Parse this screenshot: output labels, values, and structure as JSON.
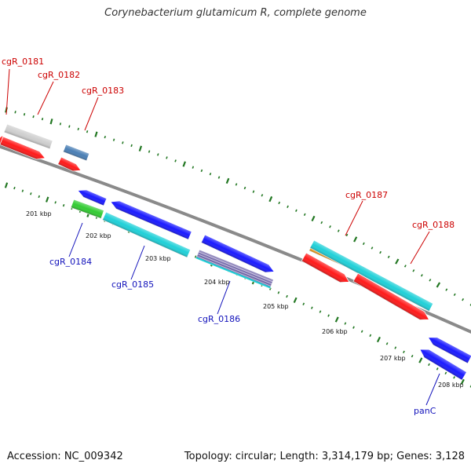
{
  "title": "Corynebacterium glutamicum R, complete genome",
  "footer": {
    "accession": "Accession: NC_009342",
    "topology": "Topology: circular; Length: 3,314,179 bp; Genes: 3,128"
  },
  "colors": {
    "backbone": "#8a8a8a",
    "tick": "#227722",
    "label_red": "#cc0000",
    "label_blue": "#1111bb",
    "gene_red": "#ff1a1a",
    "gene_blue": "#1a1aff",
    "gene_cyan": "#1fd0d8",
    "gene_gray": "#cfcfcf",
    "gene_steel": "#4a7fb5",
    "gene_green": "#33cc33",
    "gene_orange": "#f0a020",
    "gene_purple": "#6f63a8"
  },
  "ruler_labels": [
    "201 kbp",
    "202 kbp",
    "203 kbp",
    "204 kbp",
    "205 kbp",
    "206 kbp",
    "207 kbp",
    "208 kbp"
  ],
  "gene_labels_top": [
    "cgR_0181",
    "cgR_0182",
    "cgR_0183",
    "cgR_0187",
    "cgR_0188"
  ],
  "gene_labels_bottom": [
    "cgR_0184",
    "cgR_0185",
    "cgR_0186",
    "panC"
  ]
}
